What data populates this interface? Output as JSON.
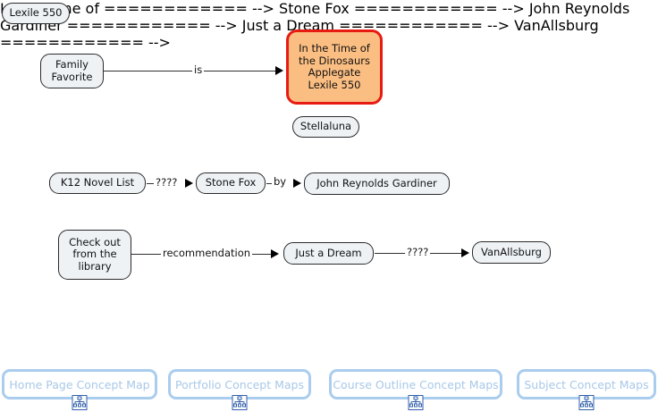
{
  "map": {
    "nodes": [
      {
        "id": "lexile-tag",
        "label": "Lexile 550",
        "style": "tag"
      },
      {
        "id": "family-favorite",
        "label": "Family\nFavorite",
        "style": "plain"
      },
      {
        "id": "in-the-time",
        "label": "In the Time of\nthe Dinosaurs\nApplegate\nLexile 550",
        "style": "highlight"
      },
      {
        "id": "stellaluna",
        "label": "Stellaluna",
        "style": "tag"
      },
      {
        "id": "k12-novel-list",
        "label": "K12 Novel List",
        "style": "plain"
      },
      {
        "id": "stone-fox",
        "label": "Stone Fox",
        "style": "plain"
      },
      {
        "id": "john-gardiner",
        "label": "John Reynolds Gardiner",
        "style": "plain"
      },
      {
        "id": "check-out-library",
        "label": "Check out\nfrom the\nlibrary",
        "style": "plain"
      },
      {
        "id": "just-a-dream",
        "label": "Just a Dream",
        "style": "plain"
      },
      {
        "id": "van-allsburg",
        "label": "VanAllsburg",
        "style": "plain"
      }
    ],
    "edges": [
      {
        "id": "edge-is",
        "from": "family-favorite",
        "to": "in-the-time",
        "label": "is"
      },
      {
        "id": "edge-unknown-1",
        "from": "k12-novel-list",
        "to": "stone-fox",
        "label": "????"
      },
      {
        "id": "edge-by",
        "from": "stone-fox",
        "to": "john-gardiner",
        "label": "by"
      },
      {
        "id": "edge-recommendation",
        "from": "check-out-library",
        "to": "just-a-dream",
        "label": "recommendation"
      },
      {
        "id": "edge-unknown-2",
        "from": "just-a-dream",
        "to": "van-allsburg",
        "label": "????"
      }
    ],
    "colors": {
      "node_fill": "#eef2f5",
      "node_border": "#2b2b2b",
      "highlight_fill": "#fbbe82",
      "highlight_border": "#e81b12",
      "edge": "#2f2f2f",
      "button_border": "#aacdef",
      "button_text": "#a8c8e8"
    }
  },
  "buttonbar": {
    "buttons": [
      {
        "id": "home-page-concept-map",
        "label": "Home Page Concept Map",
        "icon": "concept-map-icon"
      },
      {
        "id": "portfolio-concept-maps",
        "label": "Portfolio Concept Maps",
        "icon": "concept-map-icon"
      },
      {
        "id": "course-outline-concept-maps",
        "label": "Course Outline Concept Maps",
        "icon": "concept-map-icon"
      },
      {
        "id": "subject-concept-maps",
        "label": "Subject Concept Maps",
        "icon": "concept-map-icon"
      }
    ]
  }
}
